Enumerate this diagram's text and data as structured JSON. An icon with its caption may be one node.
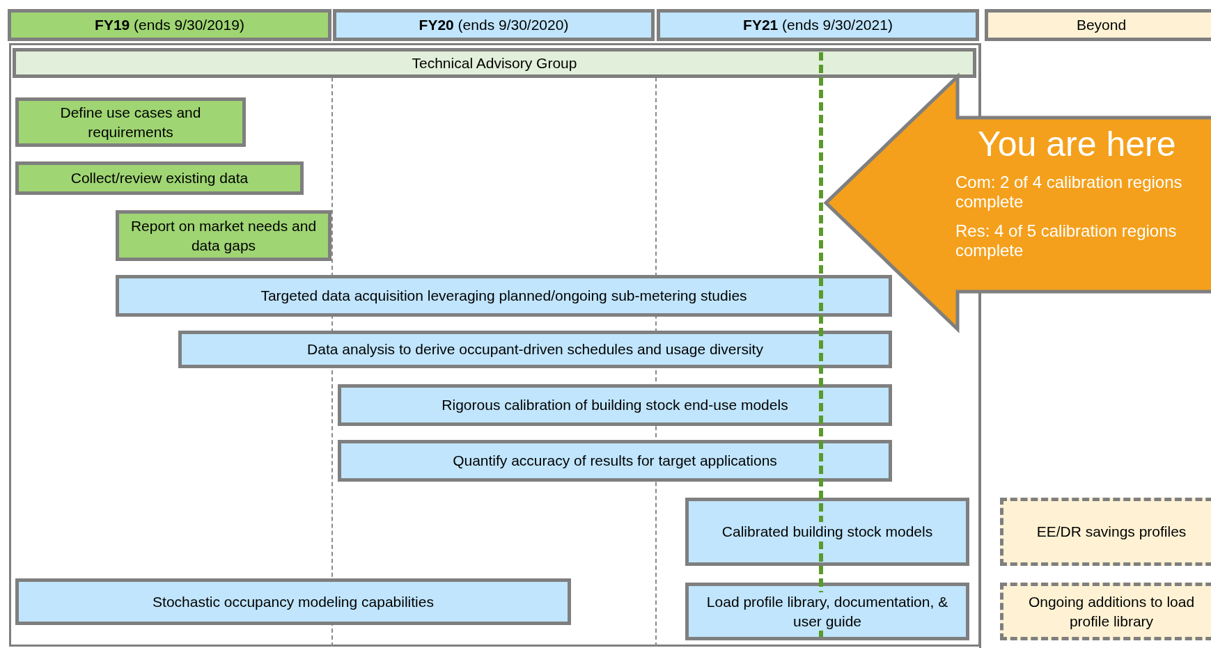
{
  "diagram": {
    "nodes": [
      {
        "text": [
          "**FY19** (ends 9/30/2019)"
        ]
      },
      {
        "text": [
          "**FY20** (ends 9/30/2020)"
        ]
      },
      {
        "text": [
          "**FY21** (ends 9/30/2021)"
        ]
      },
      {
        "text": [
          "Beyond"
        ]
      },
      {
        "text": [
          "Technical Advisory Group"
        ]
      },
      {
        "text": [
          "Define use cases and requirements"
        ]
      },
      {
        "text": [
          "Collect/review existing data"
        ]
      },
      {
        "text": [
          "Report on market needs and data gaps"
        ]
      },
      {
        "text": [
          "You are here",
          "Com: 2 of 4 calibration regions complete",
          "Res: 4 of 5 calibration regions complete"
        ]
      },
      {
        "text": [
          "Targeted data acquisition leveraging planned/ongoing sub-metering studies"
        ]
      },
      {
        "text": [
          "Data analysis to derive occupant-driven schedules and usage diversity"
        ]
      },
      {
        "text": [
          "Rigorous calibration of building stock end-use models"
        ]
      },
      {
        "text": [
          "Quantify accuracy of results for target applications"
        ]
      },
      {
        "text": [
          "Calibrated building stock models"
        ]
      },
      {
        "text": [
          "EE/DR savings profiles"
        ]
      },
      {
        "text": [
          "Stochastic occupancy modeling capabilities"
        ]
      },
      {
        "text": [
          "Load profile library, documentation, & user guide"
        ]
      },
      {
        "text": [
          "Ongoing additions to load profile library"
        ]
      }
    ]
  }
}
